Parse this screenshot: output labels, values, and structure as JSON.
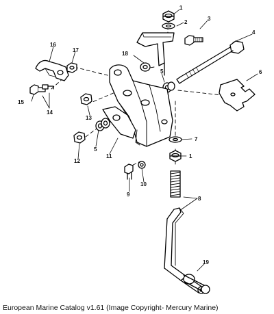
{
  "caption": "European Marine Catalog v1.61 (Image Copyright- Mercury Marine)",
  "callouts": {
    "c1a": "1",
    "c2": "2",
    "c3": "3",
    "c4": "4",
    "c5a": "5",
    "c6": "6",
    "c7": "7",
    "c1b": "1",
    "c8": "8",
    "c16": "16",
    "c17": "17",
    "c18": "18",
    "c15": "15",
    "c14": "14",
    "c13": "13",
    "c5b": "5",
    "c11": "11",
    "c12": "12",
    "c9": "9",
    "c10": "10",
    "c19": "19"
  },
  "parts": [
    "nut",
    "washer",
    "screw",
    "long-bolt",
    "bushing",
    "bracket-plate",
    "washer",
    "spring",
    "mounting-bracket",
    "bolt",
    "bolt-washer",
    "nut",
    "nut",
    "screws",
    "screw",
    "clip",
    "nut",
    "bushing",
    "shift-handle"
  ]
}
